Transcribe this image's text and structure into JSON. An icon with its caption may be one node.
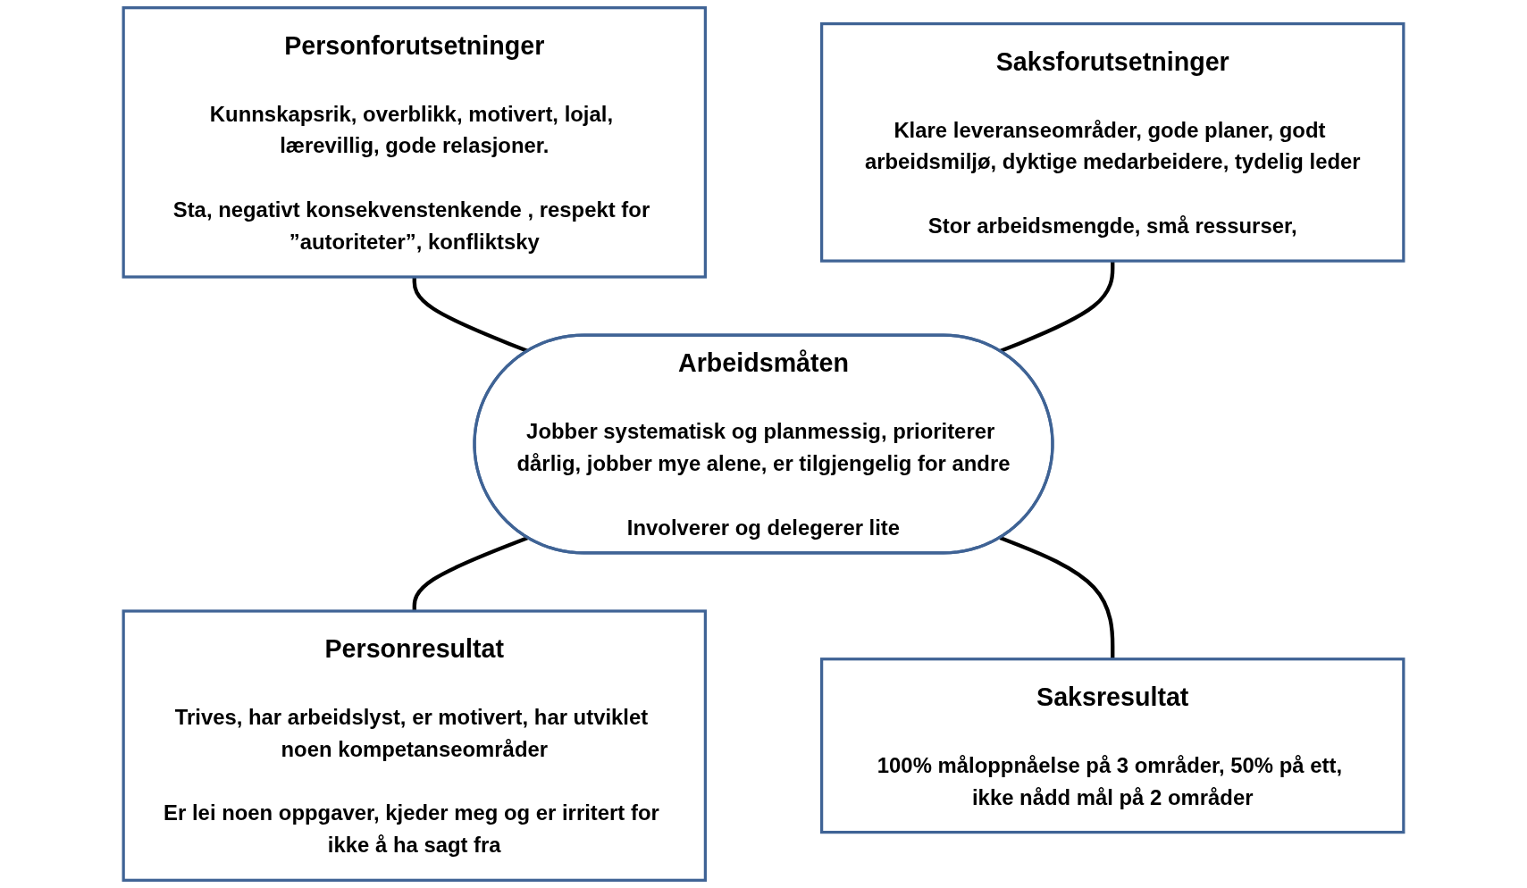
{
  "diagram": {
    "nodes": [
      {
        "text": [
          "Personforutsetninger",
          "Kunnskapsrik, overblikk, motivert, lojal, lærevillig, gode relasjoner.",
          "Sta, negativt konsekvenstenkende , respekt for ”autoriteter”, konfliktsky"
        ]
      },
      {
        "text": [
          "Saksforutsetninger",
          "Klare leveranseområder, gode planer, godt arbeidsmiljø, dyktige medarbeidere, tydelig leder",
          "Stor arbeidsmengde, små ressurser,"
        ]
      },
      {
        "text": [
          "Arbeidsmåten",
          "Jobber systematisk og planmessig, prioriterer dårlig, jobber mye alene, er tilgjengelig for andre",
          "Involverer og delegerer lite"
        ]
      },
      {
        "text": [
          "Personresultat",
          "Trives, har arbeidslyst, er motivert, har utviklet noen kompetanseområder",
          "Er lei noen oppgaver, kjeder meg og er irritert for ikke å ha sagt fra"
        ]
      },
      {
        "text": [
          "Saksresultat",
          "100% måloppnåelse på 3 områder, 50% på ett, ikke nådd mål på 2 områder"
        ]
      }
    ],
    "edges": [
      {
        "from": 0,
        "to": 2,
        "arrow": "none"
      },
      {
        "from": 1,
        "to": 2,
        "arrow": "none"
      },
      {
        "from": 2,
        "to": 3,
        "arrow": "none"
      },
      {
        "from": 2,
        "to": 4,
        "arrow": "none"
      }
    ]
  }
}
